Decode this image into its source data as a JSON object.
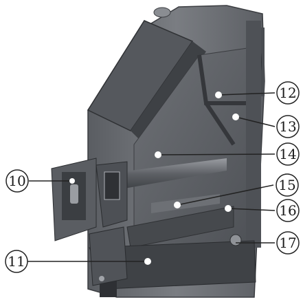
{
  "callouts": [
    {
      "id": "c10",
      "number": "10"
    },
    {
      "id": "c11",
      "number": "11"
    },
    {
      "id": "c12",
      "number": "12"
    },
    {
      "id": "c13",
      "number": "13"
    },
    {
      "id": "c14",
      "number": "14"
    },
    {
      "id": "c15",
      "number": "15"
    },
    {
      "id": "c16",
      "number": "16"
    },
    {
      "id": "c17",
      "number": "17"
    }
  ]
}
